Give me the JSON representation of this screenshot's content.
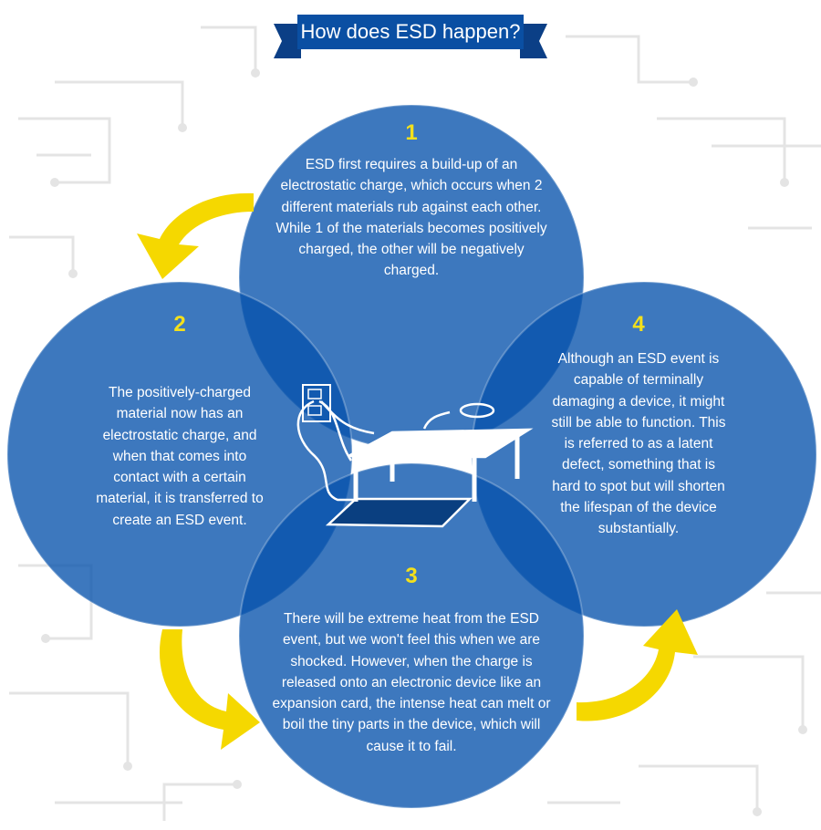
{
  "title": "How does ESD happen?",
  "steps": [
    {
      "number": "1",
      "text": "ESD first requires a build-up of an electrostatic charge, which occurs when 2 different materials rub against each other. While 1 of the materials becomes positively charged, the other will be negatively charged."
    },
    {
      "number": "2",
      "text": "The positively-charged material now has an electrostatic charge, and when that comes into contact with a certain material, it is transferred to create an ESD event."
    },
    {
      "number": "3",
      "text": "There will be extreme heat from the ESD event, but we won't feel this when we are shocked. However, when the charge is released onto an electronic device like an expansion card, the intense heat can melt or boil the tiny parts in the device, which will cause it to fail."
    },
    {
      "number": "4",
      "text": "Although an ESD event is capable of terminally damaging a device, it might still be able to function. This is referred to as a latent defect, something that is hard to spot but will shorten the lifespan of the device substantially."
    }
  ],
  "colors": {
    "circle": "#0f5db3",
    "overlap": "#0a4a98",
    "arrow": "#f5d800",
    "number": "#f3e01c",
    "banner": "#0a4fa3"
  }
}
